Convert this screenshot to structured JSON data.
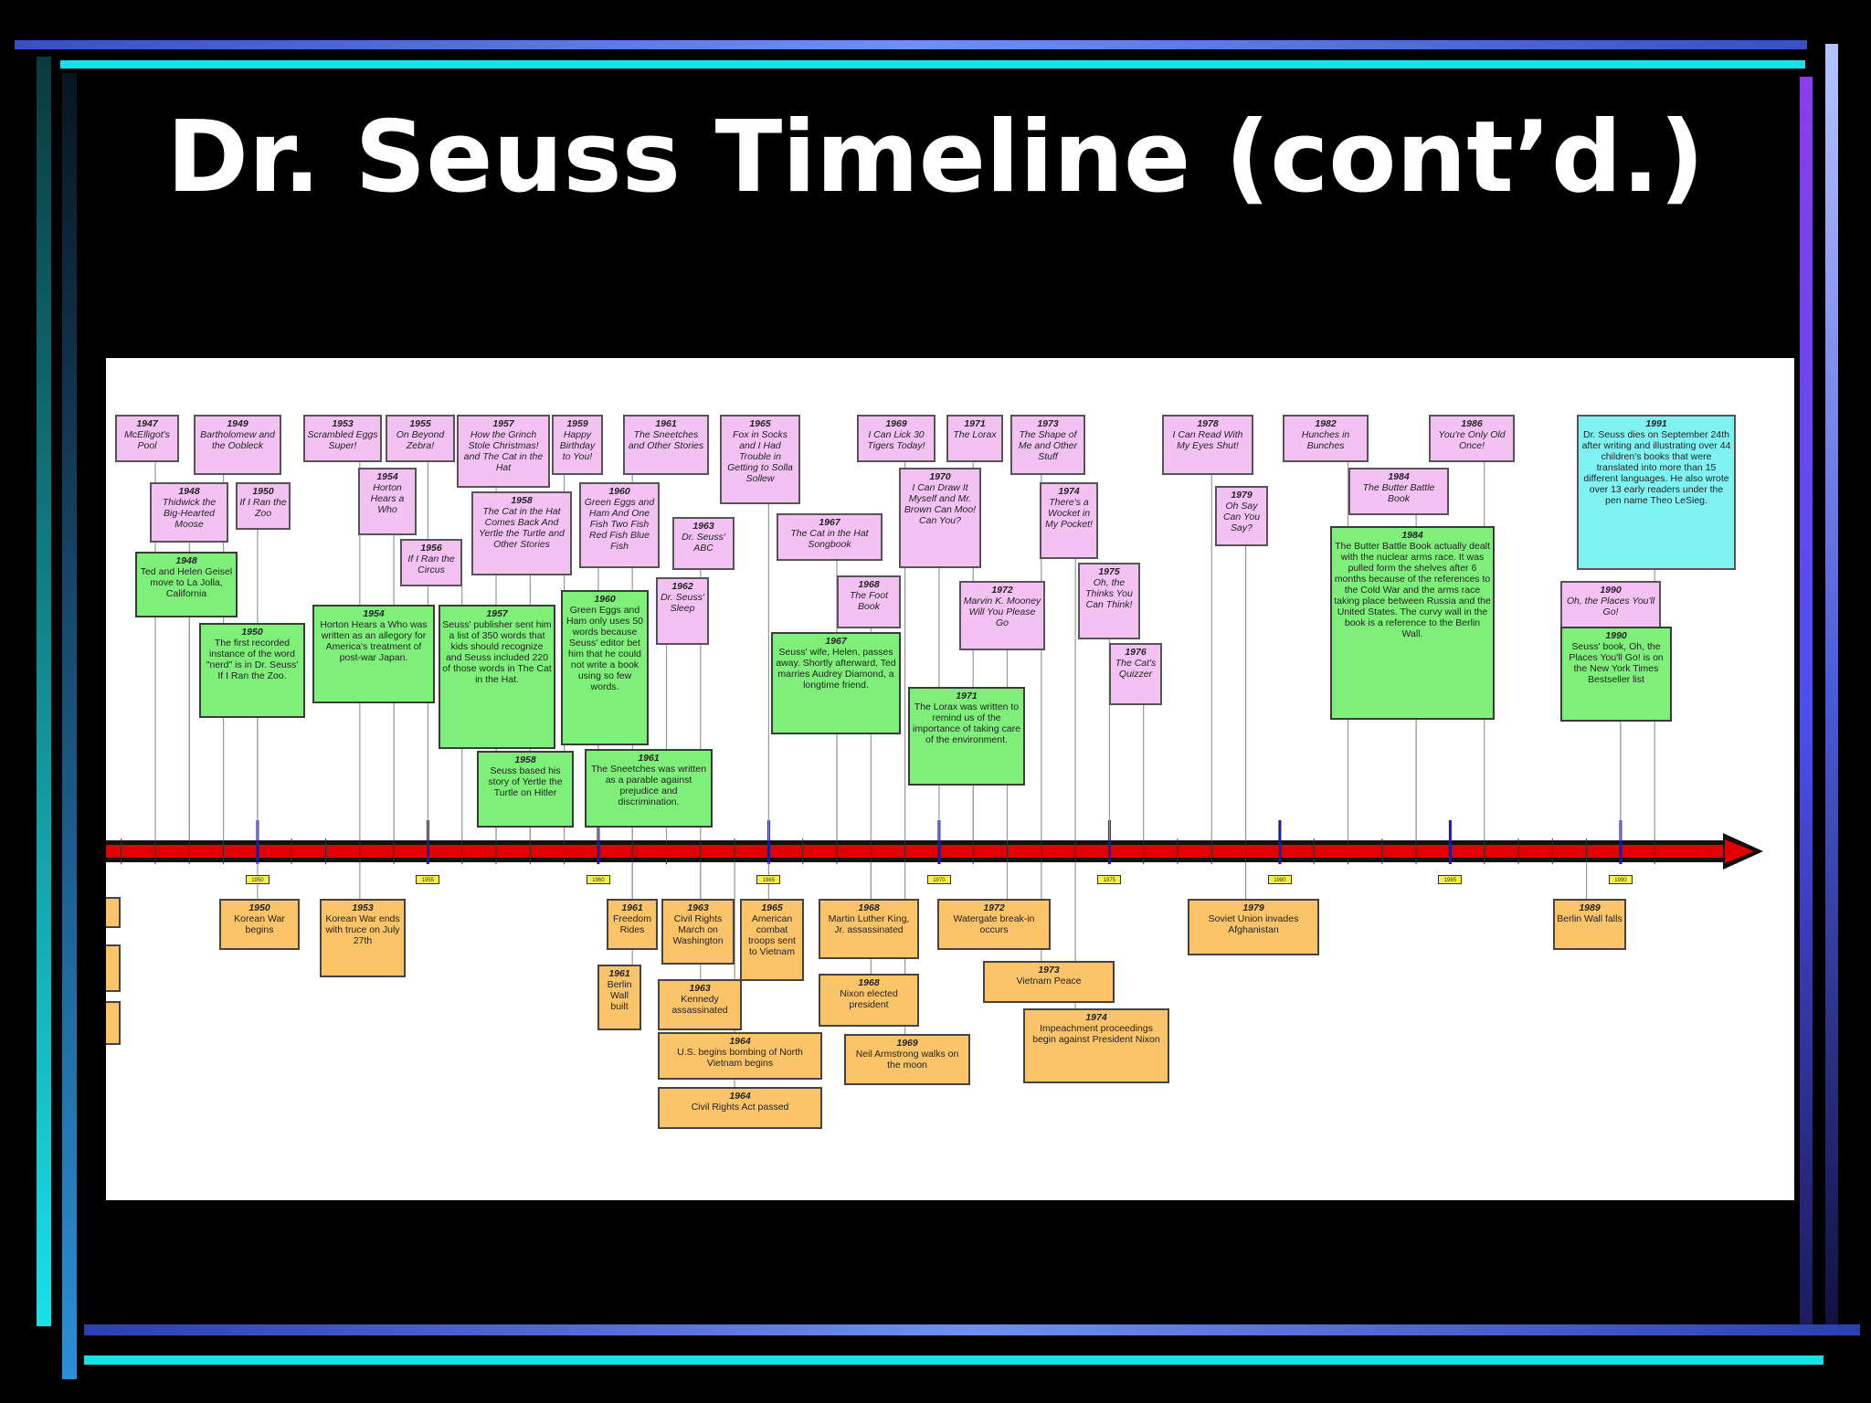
{
  "slide": {
    "title": "Dr. Seuss Timeline (cont’d.)",
    "colors": {
      "background": "#000000",
      "title": "#ffffff",
      "frame_blue": "#5a7df0",
      "frame_cyan": "#19e0e8",
      "frame_purple": "#9b3cf0"
    }
  },
  "timeline": {
    "colors": {
      "axis_arrow": "#e00000",
      "book": "#f3c2f3",
      "life": "#7ef07a",
      "event": "#fbc468",
      "death": "#7ff3f3"
    },
    "decade_labels": [
      "1950",
      "1955",
      "1960",
      "1965",
      "1970",
      "1975",
      "1980",
      "1985",
      "1990"
    ],
    "books": [
      {
        "year": "1947",
        "text": "McElligot's Pool"
      },
      {
        "year": "1949",
        "text": "Bartholomew and the Oobleck"
      },
      {
        "year": "1948",
        "text": "Thidwick the Big-Hearted Moose"
      },
      {
        "year": "1950",
        "text": "If I Ran the Zoo"
      },
      {
        "year": "1953",
        "text": "Scrambled Eggs Super!"
      },
      {
        "year": "1955",
        "text": "On Beyond Zebra!"
      },
      {
        "year": "1954",
        "text": "Horton Hears a Who"
      },
      {
        "year": "1956",
        "text": "If I Ran the Circus"
      },
      {
        "year": "1957",
        "text": "How the Grinch Stole Christmas! and The Cat in the Hat"
      },
      {
        "year": "1958",
        "text": "The Cat in the Hat Comes Back And Yertle the Turtle and Other Stories"
      },
      {
        "year": "1959",
        "text": "Happy Birthday to You!"
      },
      {
        "year": "1960",
        "text": "Green Eggs and Ham And One Fish Two Fish Red Fish Blue Fish"
      },
      {
        "year": "1961",
        "text": "The Sneetches and Other Stories"
      },
      {
        "year": "1963",
        "text": "Dr. Seuss' ABC"
      },
      {
        "year": "1962",
        "text": "Dr. Seuss' Sleep"
      },
      {
        "year": "1965",
        "text": "Fox in Socks and I Had Trouble in Getting to Solla Sollew"
      },
      {
        "year": "1967",
        "text": "The Cat in the Hat Songbook"
      },
      {
        "year": "1968",
        "text": "The Foot Book"
      },
      {
        "year": "1969",
        "text": "I Can Lick 30 Tigers Today!"
      },
      {
        "year": "1970",
        "text": "I Can Draw It Myself and Mr. Brown Can Moo! Can You?"
      },
      {
        "year": "1971",
        "text": "The Lorax"
      },
      {
        "year": "1972",
        "text": "Marvin K. Mooney Will You Please Go"
      },
      {
        "year": "1973",
        "text": "The Shape of Me and Other Stuff"
      },
      {
        "year": "1974",
        "text": "There's a Wocket in My Pocket!"
      },
      {
        "year": "1975",
        "text": "Oh, the Thinks You Can Think!"
      },
      {
        "year": "1976",
        "text": "The Cat's Quizzer"
      },
      {
        "year": "1978",
        "text": "I Can Read With My Eyes Shut!"
      },
      {
        "year": "1979",
        "text": "Oh Say Can You Say?"
      },
      {
        "year": "1982",
        "text": "Hunches in Bunches"
      },
      {
        "year": "1984",
        "text": "The Butter Battle Book"
      },
      {
        "year": "1986",
        "text": "You're Only Old Once!"
      },
      {
        "year": "1990",
        "text": "Oh, the Places You'll Go!"
      }
    ],
    "life_events": [
      {
        "year": "1948",
        "text": "Ted and Helen Geisel move to La Jolla, California"
      },
      {
        "year": "1950",
        "text": "The first recorded instance of the word \"nerd\" is in Dr. Seuss' If I Ran the Zoo."
      },
      {
        "year": "1954",
        "text": "Horton Hears a Who was written as an allegory for America's treatment of post-war Japan."
      },
      {
        "year": "1957",
        "text": "Seuss' publisher sent him a list of 350 words that kids should recognize and Seuss included 220 of those words in The Cat in the Hat."
      },
      {
        "year": "1958",
        "text": "Seuss based his story of Yertle the Turtle on Hitler"
      },
      {
        "year": "1960",
        "text": "Green Eggs and Ham only uses 50 words because Seuss' editor bet him that he could not write a book using so few words."
      },
      {
        "year": "1961",
        "text": "The Sneetches was written as a parable against prejudice and discrimination."
      },
      {
        "year": "1967",
        "text": "Seuss' wife, Helen, passes away. Shortly afterward, Ted marries Audrey Diamond, a longtime friend."
      },
      {
        "year": "1971",
        "text": "The Lorax was written to remind us of the importance of taking care of the environment."
      },
      {
        "year": "1984",
        "text": "The Butter Battle Book actually dealt with the nuclear arms race. It was pulled form the shelves after 6 months because of the references to the Cold War and the arms race taking place between Russia and the United States. The curvy wall in the book is a reference to the Berlin Wall."
      },
      {
        "year": "1990",
        "text": "Seuss' book, Oh, the Places You'll Go! is on the New York Times Bestseller list"
      }
    ],
    "death": {
      "year": "1991",
      "text": "Dr. Seuss dies on September 24th after writing and illustrating over 44 children's books that were translated into more than 15 different languages. He also wrote over 13 early readers under the pen name Theo LeSieg."
    },
    "world_events": [
      {
        "year": "1950",
        "text": "Korean War begins"
      },
      {
        "year": "1953",
        "text": "Korean War ends with truce on July 27th"
      },
      {
        "year": "1961",
        "text": "Freedom Rides"
      },
      {
        "year": "1963",
        "text": "Civil Rights March on Washington"
      },
      {
        "year": "1965",
        "text": "American combat troops sent to Vietnam"
      },
      {
        "year": "1961",
        "text": "Berlin Wall built"
      },
      {
        "year": "1963",
        "text": "Kennedy assassinated"
      },
      {
        "year": "1964",
        "text": "U.S. begins bombing of North Vietnam begins"
      },
      {
        "year": "1964",
        "text": "Civil Rights Act passed"
      },
      {
        "year": "1968",
        "text": "Martin Luther King, Jr. assassinated"
      },
      {
        "year": "1968",
        "text": "Nixon elected president"
      },
      {
        "year": "1969",
        "text": "Neil Armstrong walks on the moon"
      },
      {
        "year": "1972",
        "text": "Watergate break-in occurs"
      },
      {
        "year": "1973",
        "text": "Vietnam Peace"
      },
      {
        "year": "1974",
        "text": "Impeachment proceedings begin against President Nixon"
      },
      {
        "year": "1979",
        "text": "Soviet Union invades Afghanistan"
      },
      {
        "year": "1989",
        "text": "Berlin Wall falls"
      }
    ]
  }
}
